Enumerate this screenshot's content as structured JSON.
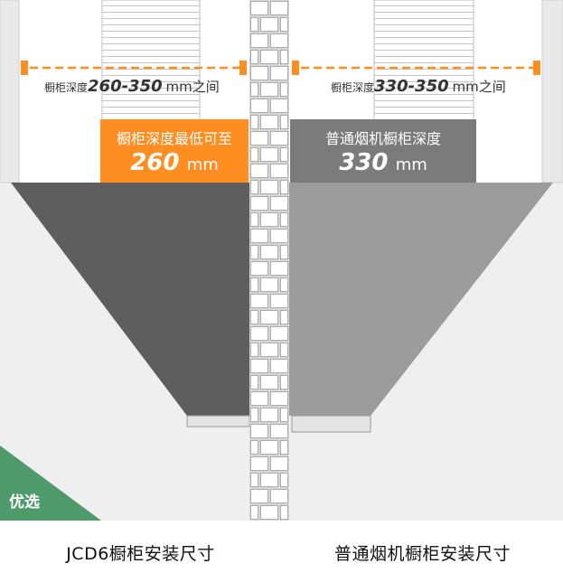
{
  "left": {
    "range_prefix": "橱柜深度",
    "range_value": "260-350",
    "range_unit": "mm",
    "range_suffix": "之间",
    "badge_line1": "橱柜深度最低可至",
    "badge_value": "260",
    "badge_unit": "mm",
    "caption": "JCD6橱柜安装尺寸",
    "corner_label": "优选"
  },
  "right": {
    "range_prefix": "橱柜深度",
    "range_value": "330-350",
    "range_unit": "mm",
    "range_suffix": "之间",
    "badge_line1": "普通烟机橱柜深度",
    "badge_value": "330",
    "badge_unit": "mm",
    "caption": "普通烟机橱柜安装尺寸"
  },
  "colors": {
    "accent_orange": "#FF8E22",
    "badge_gray": "#7B7B7B",
    "hood_left": "#5E5E5E",
    "hood_right": "#9C9C9C",
    "wall": "#EFEFEF",
    "preferred_green": "#4E9A6B"
  }
}
